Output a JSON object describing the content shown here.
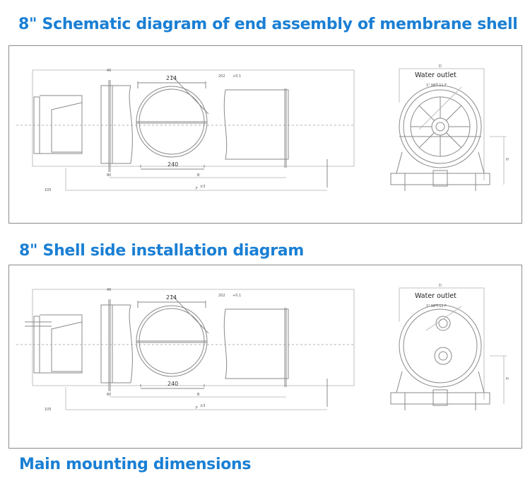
{
  "headings": {
    "end_assembly": "8\" Schematic diagram of end assembly of membrane shell",
    "side_install": "8\" Shell side installation diagram",
    "mounting": "Main mounting dimensions"
  },
  "diagram1": {
    "dim_top": "214",
    "dim_bottom": "240",
    "dim_202": "202",
    "dim_tol": "+0.1",
    "dim_40": "40",
    "dim_80": "80",
    "dim_105": "105",
    "dim_B": "B",
    "dim_F": "F",
    "dim_F_tol": "±3",
    "dim_D": "D",
    "dim_H": "H",
    "water_outlet": "Water outlet",
    "thread": "1\" NPT-11 F"
  },
  "diagram2": {
    "dim_top": "214",
    "dim_bottom": "240",
    "dim_202": "202",
    "dim_tol": "+0.1",
    "dim_40": "40",
    "dim_80": "80",
    "dim_105": "105",
    "dim_B": "B",
    "dim_F": "F",
    "dim_F_tol": "±3",
    "dim_D": "D",
    "dim_H": "H",
    "water_outlet": "Water outlet",
    "thread": "1\" NPT-11 F"
  }
}
